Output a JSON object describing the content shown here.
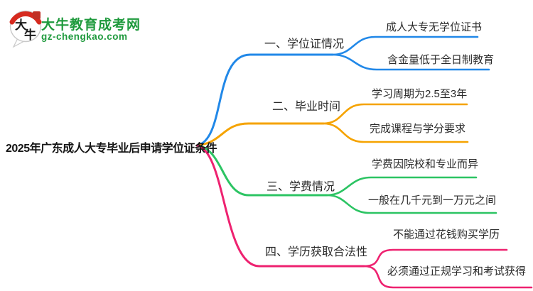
{
  "logo": {
    "title": "大牛教育成考网",
    "domain": "gz-chengkao.com",
    "icon_chars": "大牛",
    "brand_color": "#1f9a3d"
  },
  "root": {
    "label": "2025年广东成人大专毕业后申请学位证条件"
  },
  "colors": {
    "blue": "#2188e8",
    "orange": "#f5a300",
    "green": "#2cc463",
    "pink": "#ee2270",
    "logo_red": "#d62a1f",
    "text": "#2b2b2b"
  },
  "branches": [
    {
      "label": "一、学位证情况",
      "color": "#2188e8",
      "children": [
        "成人大专无学位证书",
        "含金量低于全日制教育"
      ]
    },
    {
      "label": "二、毕业时间",
      "color": "#f5a300",
      "children": [
        "学习周期为2.5至3年",
        "完成课程与学分要求"
      ]
    },
    {
      "label": "三、学费情况",
      "color": "#2cc463",
      "children": [
        "学费因院校和专业而异",
        "一般在几千元到一万元之间"
      ]
    },
    {
      "label": "四、学历获取合法性",
      "color": "#ee2270",
      "children": [
        "不能通过花钱购买学历",
        "必须通过正规学习和考试获得"
      ]
    }
  ]
}
